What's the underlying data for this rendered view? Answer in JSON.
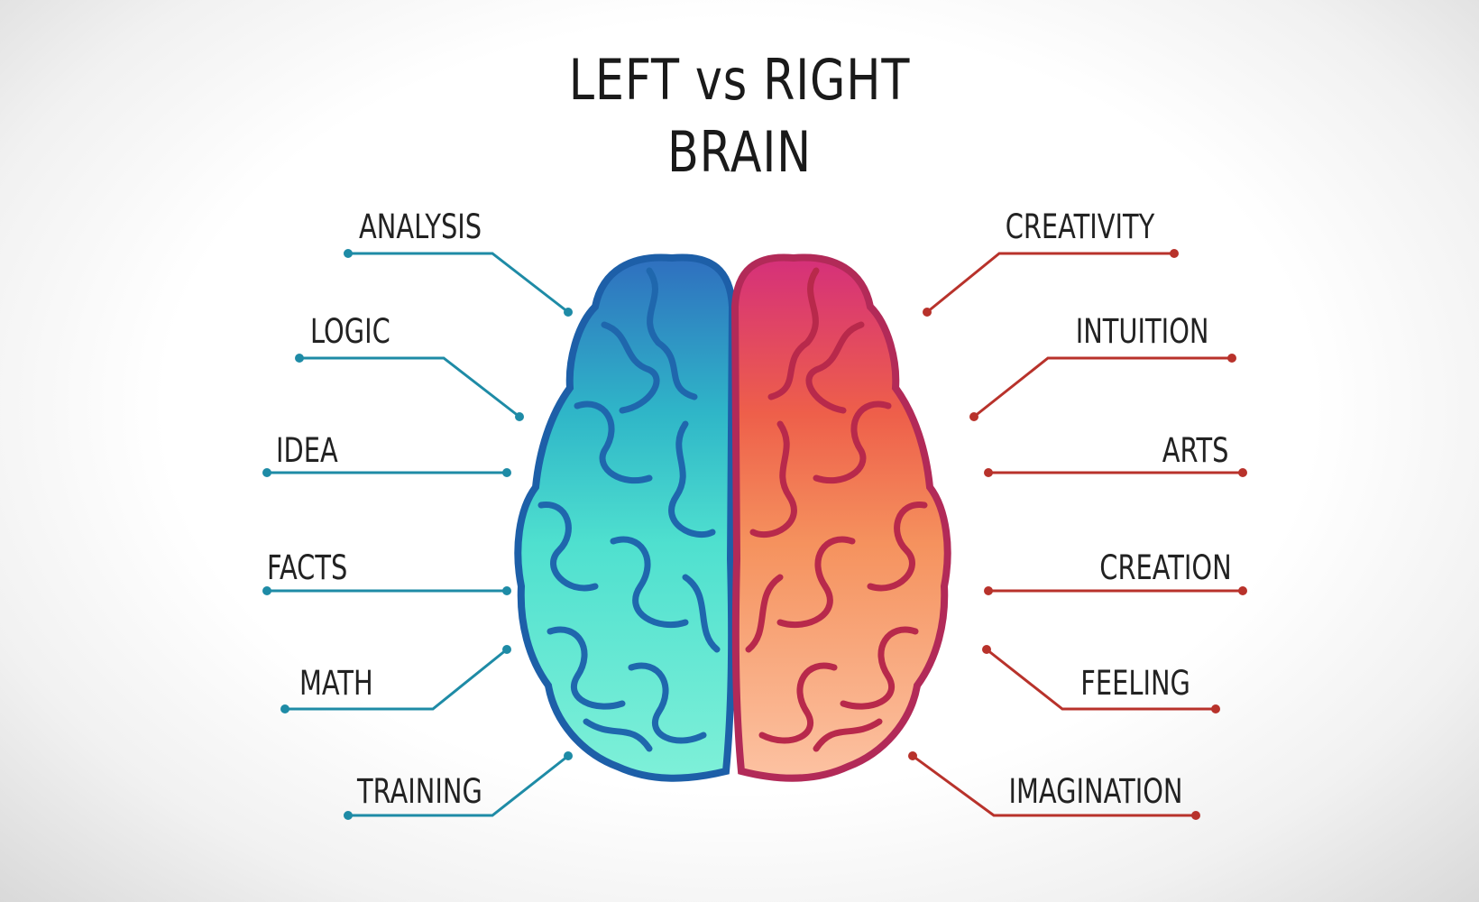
{
  "title": {
    "line1": "LEFT vs RIGHT",
    "line2": "BRAIN"
  },
  "left": {
    "color": "#1e8ba6",
    "items": [
      "ANALYSIS",
      "LOGIC",
      "IDEA",
      "FACTS",
      "MATH",
      "TRAINING"
    ]
  },
  "right": {
    "color": "#b8322b",
    "items": [
      "CREATIVITY",
      "INTUITION",
      "ARTS",
      "CREATION",
      "FEELING",
      "IMAGINATION"
    ]
  }
}
